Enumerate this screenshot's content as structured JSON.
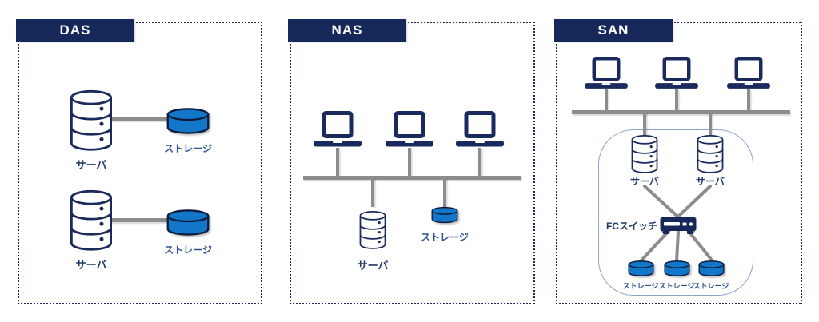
{
  "diagram_title": "DAS / NAS / SAN storage architecture comparison",
  "colors": {
    "navy": "#16275a",
    "icon_outline_navy": "#1a2a5c",
    "storage_blue": "#1277c8",
    "line_gray": "#8c8c8c",
    "fence_blue": "#8ca3cc",
    "server_label_blue": "#1f3864",
    "storage_label_blue": "#2e5395",
    "background": "#ffffff"
  },
  "icons": {
    "server": "server-cylinder-icon",
    "storage": "storage-disk-icon",
    "laptop": "laptop-icon",
    "fc_switch": "fc-switch-icon"
  },
  "panels": {
    "das": {
      "title": "DAS",
      "pairs": [
        {
          "server_label": "サーバ",
          "storage_label": "ストレージ"
        },
        {
          "server_label": "サーバ",
          "storage_label": "ストレージ"
        }
      ]
    },
    "nas": {
      "title": "NAS",
      "server_label": "サーバ",
      "storage_label": "ストレージ"
    },
    "san": {
      "title": "SAN",
      "server_labels": [
        "サーバ",
        "サーバ"
      ],
      "switch_label": "FCスイッチ",
      "storage_labels": [
        "ストレージ",
        "ストレージ",
        "ストレージ"
      ]
    }
  }
}
